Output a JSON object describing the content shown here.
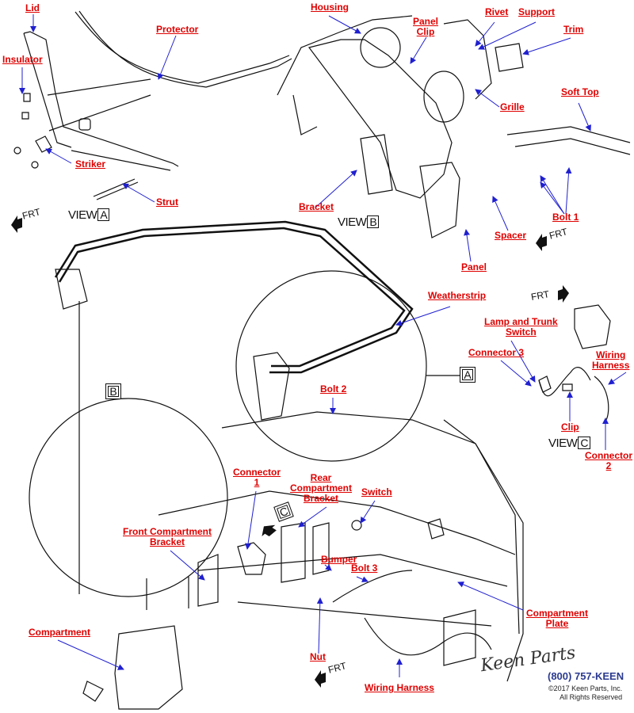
{
  "diagram": {
    "labels": {
      "lid": "Lid",
      "protector": "Protector",
      "insulator": "Insulator",
      "striker": "Striker",
      "strut": "Strut",
      "housing": "Housing",
      "panel_clip_1": "Panel",
      "panel_clip_2": "Clip",
      "rivet": "Rivet",
      "support": "Support",
      "trim": "Trim",
      "grille": "Grille",
      "soft_top": "Soft Top",
      "bracket": "Bracket",
      "bolt_1": "Bolt 1",
      "spacer": "Spacer",
      "panel": "Panel",
      "weatherstrip": "Weatherstrip",
      "lamp_switch_1": "Lamp and Trunk",
      "lamp_switch_2": "Switch",
      "connector_3": "Connector 3",
      "wiring_harness_c_1": "Wiring",
      "wiring_harness_c_2": "Harness",
      "bolt_2": "Bolt 2",
      "clip": "Clip",
      "connector_2_1": "Connector",
      "connector_2_2": "2",
      "connector_1_1": "Connector",
      "connector_1_2": "1",
      "rear_bracket_1": "Rear",
      "rear_bracket_2": "Compartment",
      "rear_bracket_3": "Bracket",
      "switch": "Switch",
      "front_bracket_1": "Front Compartment",
      "front_bracket_2": "Bracket",
      "bumper": "Bumper",
      "bolt_3": "Bolt 3",
      "compartment": "Compartment",
      "nut": "Nut",
      "wiring_harness": "Wiring Harness",
      "compartment_plate_1": "Compartment",
      "compartment_plate_2": "Plate"
    },
    "views": {
      "a_text": "VIEW",
      "a_letter": "A",
      "b_text": "VIEW",
      "b_letter": "B",
      "c_text": "VIEW",
      "c_letter": "C"
    },
    "callouts": {
      "a": "A",
      "b": "B",
      "c": "C"
    },
    "front_marker": "FRT",
    "colors": {
      "label": "#e00000",
      "arrow": "#2020d0",
      "line": "#111111",
      "phone": "#2b3a8f"
    }
  },
  "branding": {
    "logo": "Keen Parts",
    "phone": "(800) 757-KEEN",
    "copyright": "©2017 Keen Parts, Inc.",
    "rights": "All Rights Reserved"
  }
}
